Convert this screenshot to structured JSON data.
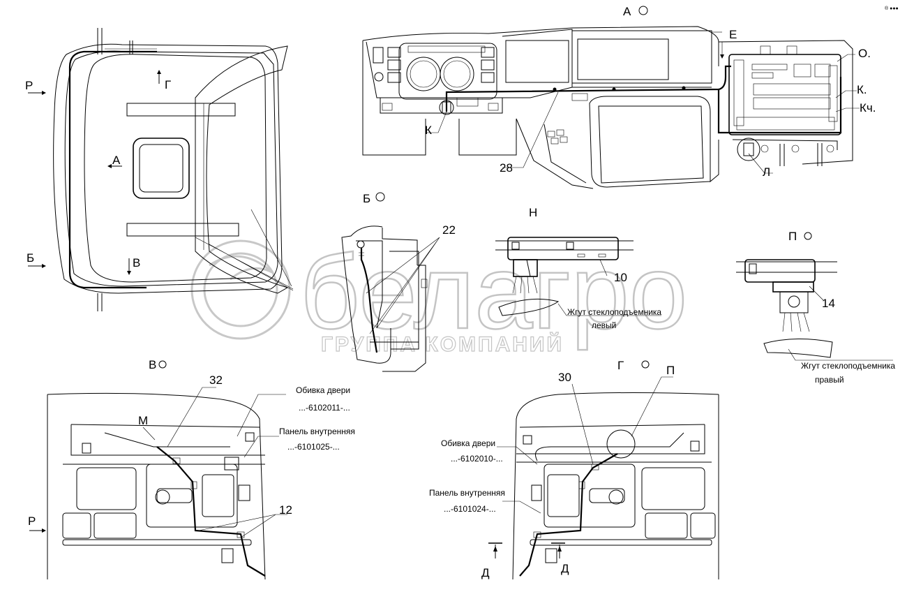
{
  "watermark": {
    "brand": "белагро",
    "tagline": "ГРУППА КОМПАНИЙ",
    "corner_mark": "® ●●●"
  },
  "views": {
    "a": "А",
    "b": "Б",
    "v": "В",
    "g": "Г",
    "n": "Н",
    "p": "П"
  },
  "plan_labels": {
    "r": "Р",
    "g": "Г",
    "a": "А",
    "b": "Б",
    "v": "В"
  },
  "dashboard_labels": {
    "e": "Е",
    "o": "О.",
    "k_right": "К.",
    "kch": "Кч.",
    "k_left": "К",
    "n28": "28",
    "l": "Л"
  },
  "view_b_labels": {
    "n22": "22"
  },
  "view_n_labels": {
    "n10": "10",
    "harness_line1": "Жгут стеклоподъемника",
    "harness_line2": "левый"
  },
  "view_p_labels": {
    "n14": "14",
    "harness_line1": "Жгут стеклоподъемника",
    "harness_line2": "правый"
  },
  "door_left": {
    "n32": "32",
    "m": "М",
    "n12": "12",
    "r": "Р",
    "trim_title": "Обивка двери",
    "trim_code": "...-6102011-...",
    "panel_title": "Панель внутренняя",
    "panel_code": "...-6101025-..."
  },
  "door_right": {
    "n30": "30",
    "p": "П",
    "d1": "Д",
    "d2": "Д",
    "trim_title": "Обивка двери",
    "trim_code": "...-6102010-...",
    "panel_title": "Панель внутренняя",
    "panel_code": "...-6101024-..."
  }
}
